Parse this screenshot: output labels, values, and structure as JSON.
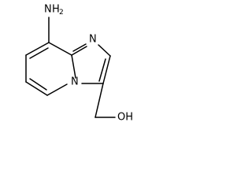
{
  "structure": {
    "atoms": {
      "amine": {
        "element": "N",
        "hydrogens": "2"
      },
      "imidazole_n": {
        "element": "N"
      },
      "bridgehead_n": {
        "element": "N"
      },
      "hydroxyl": {
        "element": "OH"
      }
    }
  }
}
